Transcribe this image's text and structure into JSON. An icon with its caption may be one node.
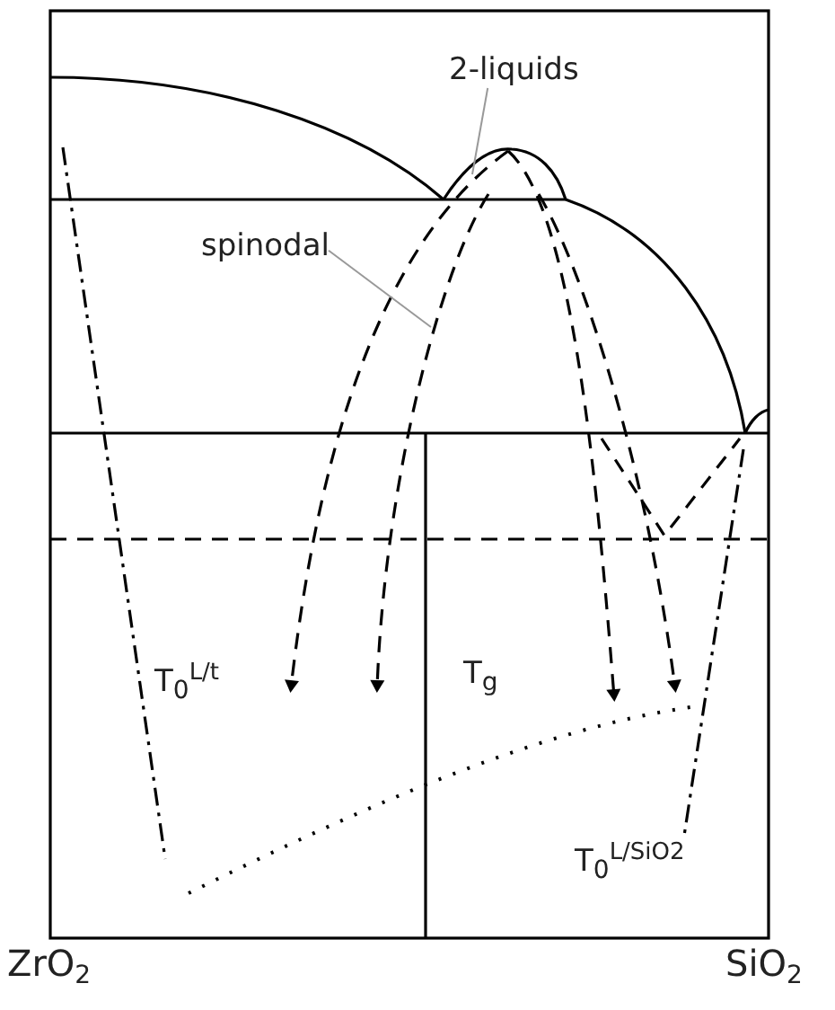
{
  "diagram": {
    "nodes": [
      {
        "text": [
          "2-liquids"
        ]
      },
      {
        "text": [
          "spinodal"
        ]
      },
      {
        "text": [],
        "shape": "curve"
      },
      {
        "text": [],
        "shape": "curve"
      }
    ],
    "edges": [
      {
        "from": 0,
        "to": 2,
        "arrow": "none"
      },
      {
        "from": 1,
        "to": 3,
        "arrow": "none"
      }
    ],
    "labels": [
      "T$_{0}$$^{L/t}$",
      "T$_{g}$",
      "T$_{0}$$^{L/SiO2}$",
      "ZrO$_{2}$",
      "SiO$_{2}$"
    ]
  }
}
